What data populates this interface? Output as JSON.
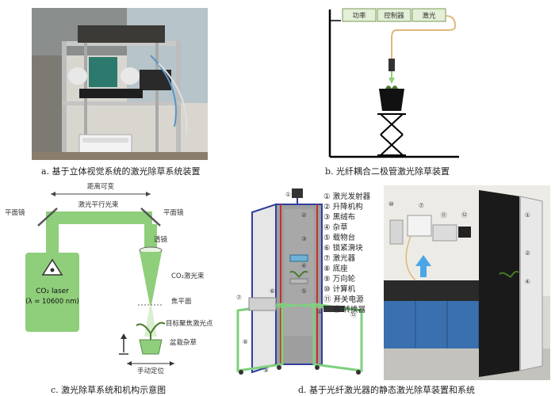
{
  "panel_a": {
    "caption": "a. 基于立体视觉系统的激光除草系统装置"
  },
  "panel_b": {
    "caption": "b. 光纤耦合二极管激光除草装置",
    "boxes": [
      "功率",
      "控制器",
      "激光"
    ]
  },
  "panel_c": {
    "caption": "c. 激光除草系统和机构示意图",
    "distance_label": "距离可变",
    "beam_label": "激光平行光束",
    "mirror_left": "平面镜",
    "mirror_right": "平面镜",
    "lens_label": "透镜",
    "co2_beam_label": "CO₂激光束",
    "focal_plane_label": "焦平面",
    "target_label": "目标聚焦激光点",
    "weed_label": "盆栽杂草",
    "positioning_label": "手动定位",
    "laser_name": "CO₂ laser",
    "laser_wavelength": "(λ = 10600 nm)"
  },
  "panel_d": {
    "caption": "d. 基于光纤激光器的静态激光除草装置和系统",
    "legend": [
      {
        "num": "①",
        "label": "激光发射器"
      },
      {
        "num": "②",
        "label": "升降机构"
      },
      {
        "num": "③",
        "label": "黑绒布"
      },
      {
        "num": "④",
        "label": "杂草"
      },
      {
        "num": "⑤",
        "label": "载物台"
      },
      {
        "num": "⑥",
        "label": "锁紧滑块"
      },
      {
        "num": "⑦",
        "label": "激光器"
      },
      {
        "num": "⑧",
        "label": "底座"
      },
      {
        "num": "⑨",
        "label": "万向轮"
      },
      {
        "num": "⑩",
        "label": "计算机"
      },
      {
        "num": "⑪",
        "label": "开关电源"
      },
      {
        "num": "⑫",
        "label": "转换器"
      }
    ],
    "diagram_markers": [
      "①",
      "②",
      "③",
      "④",
      "⑤",
      "⑥",
      "⑦",
      "⑧",
      "⑨",
      "⑩",
      "⑪",
      "⑫"
    ],
    "photo_markers": [
      "⑩",
      "⑦",
      "⑪",
      "⑫",
      "①",
      "②",
      "④"
    ]
  },
  "colors": {
    "beam_green": "#8fce7a",
    "frame_green": "#7fd07f",
    "frame_blue": "#2e3f9c",
    "frame_red": "#c8302c"
  }
}
